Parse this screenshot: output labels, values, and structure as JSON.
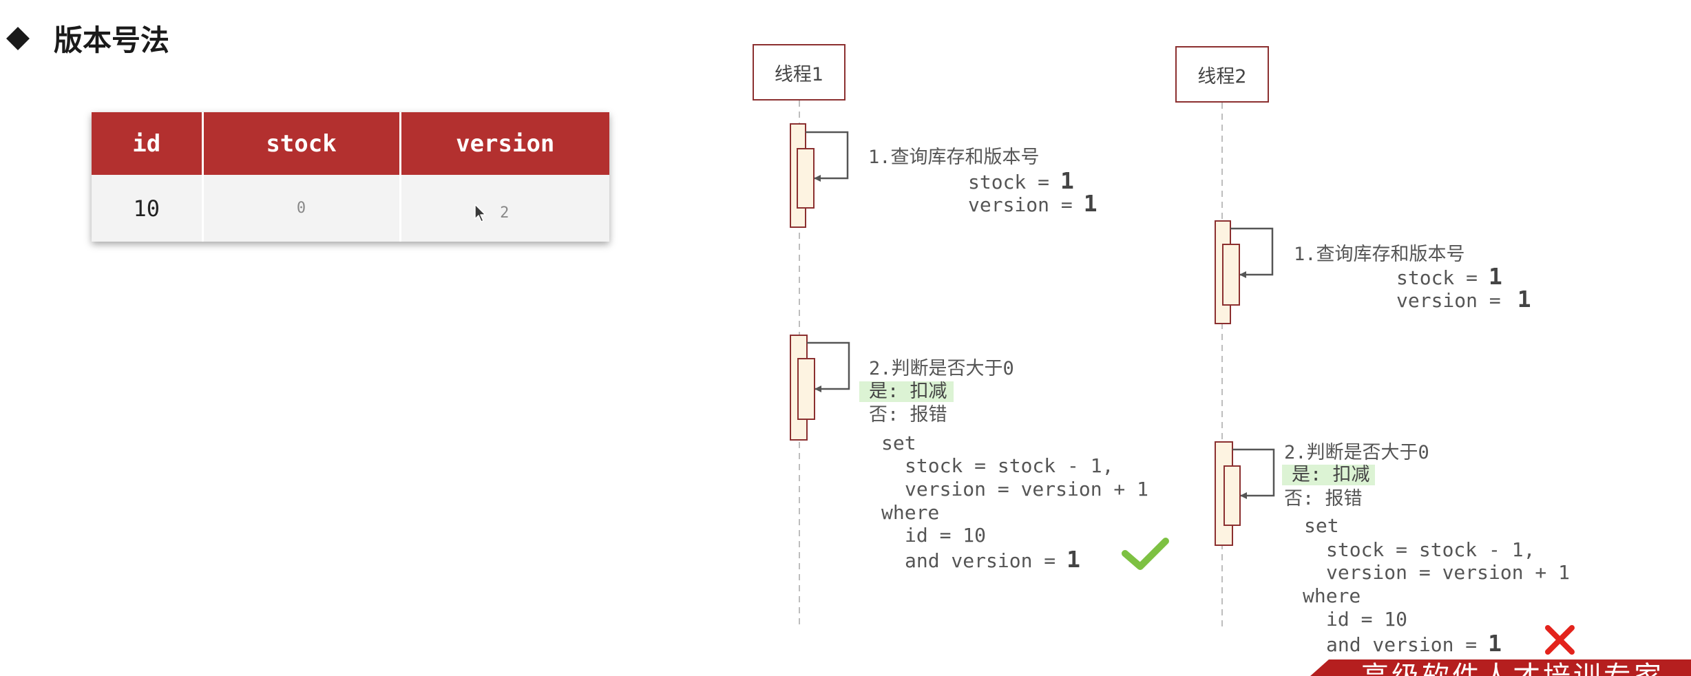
{
  "title": "版本号法",
  "bullet_icon": "diamond-icon",
  "table": {
    "headers": {
      "id": "id",
      "stock": "stock",
      "version": "version"
    },
    "row": {
      "id": "10",
      "stock": "0",
      "version": "2"
    },
    "cursor_icon": "mouse-pointer-icon"
  },
  "threads": [
    {
      "label": "线程1",
      "query": {
        "title": "1.查询库存和版本号",
        "stock_label": "stock =",
        "stock_value": "1",
        "version_label": "version =",
        "version_value": "1"
      },
      "update": {
        "title": "2.判断是否大于0",
        "yes": "是: 扣减",
        "no": "否: 报错",
        "sql": {
          "set": "set",
          "stock_expr": "stock = stock - 1,",
          "version_expr": "version = version + 1",
          "where": "where",
          "id_expr": "id = 10",
          "version_cond_label": "and version =",
          "version_cond_value": "1"
        },
        "result_icon": "check-icon"
      }
    },
    {
      "label": "线程2",
      "query": {
        "title": "1.查询库存和版本号",
        "stock_label": "stock =",
        "stock_value": "1",
        "version_label": "version =",
        "version_value": "1"
      },
      "update": {
        "title": "2.判断是否大于0",
        "yes": "是: 扣减",
        "no": "否: 报错",
        "sql": {
          "set": "set",
          "stock_expr": "stock = stock - 1,",
          "version_expr": "version = version + 1",
          "where": "where",
          "id_expr": "id = 10",
          "version_cond_label": "and version =",
          "version_cond_value": "1"
        },
        "result_icon": "cross-icon"
      }
    }
  ],
  "banner": "高级软件人才培训专家",
  "colors": {
    "header_red": "#b3302f",
    "activation_fill": "#fdf3e1",
    "activation_stroke": "#8b2f2f",
    "lifeline_gray": "#bdbdbd",
    "arrow_gray": "#555555",
    "check_green": "#7dc142",
    "cross_red": "#e3231c",
    "highlight_green": "#dcf3d4",
    "banner_red": "#b51f1f",
    "text_gray": "#555555"
  }
}
